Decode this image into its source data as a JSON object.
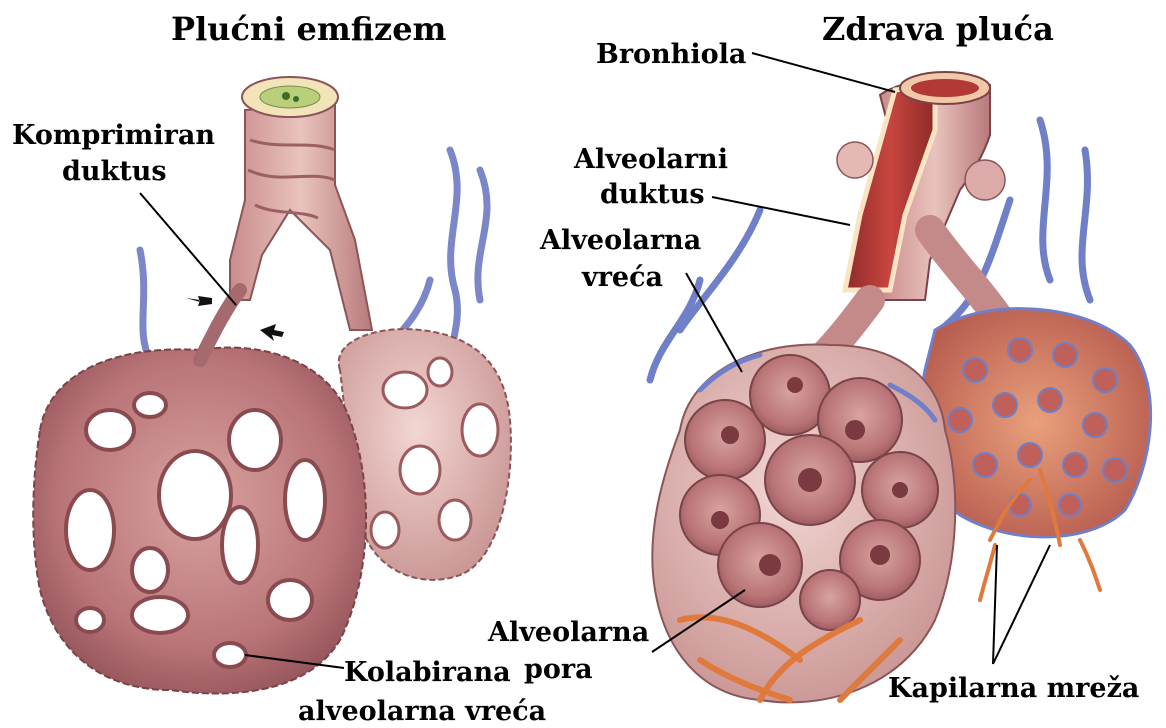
{
  "panels": {
    "emphysema": {
      "title": "Plućni emfizem",
      "labels": {
        "compressed_duct_line1": "Komprimiran",
        "compressed_duct_line2": "duktus",
        "collapsed_sac_line1": "Kolabirana",
        "collapsed_sac_line2": "alveolarna vreća"
      }
    },
    "healthy": {
      "title": "Zdrava pluća",
      "labels": {
        "bronchiole": "Bronhiola",
        "alveolar_duct_line1": "Alveolarni",
        "alveolar_duct_line2": "duktus",
        "alveolar_sac_line1": "Alveolarna",
        "alveolar_sac_line2": "vreća",
        "alveolar_pore_line1": "Alveolarna",
        "alveolar_pore_line2": "pora",
        "capillary_network": "Kapilarna mreža"
      }
    }
  },
  "colors": {
    "tissue": "#c98a8a",
    "tissue_dark": "#9c5a5e",
    "tissue_light": "#e7c2bf",
    "vein_blue": "#6f7fc8",
    "capillary_orange": "#e07a3c",
    "lumen_red": "#b23a36"
  }
}
